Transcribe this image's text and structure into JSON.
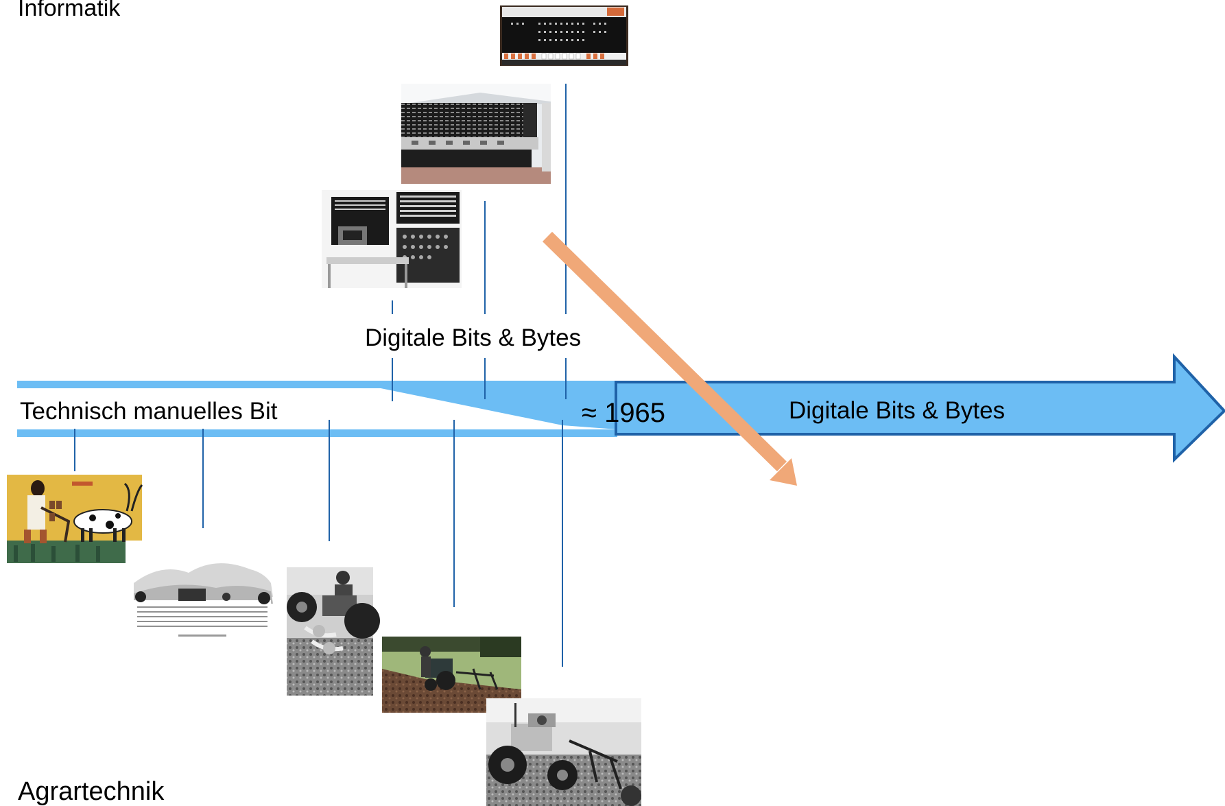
{
  "labels": {
    "top_category": "Informatik",
    "bottom_category": "Agrartechnik",
    "manual_band": "Technisch manuelles Bit",
    "digital_top": "Digitale Bits & Bytes",
    "digital_arrow": "Digitale Bits & Bytes",
    "year": "≈ 1965"
  },
  "colors": {
    "band": "#6cbdf4",
    "arrow_fill": "#6cbdf4",
    "arrow_stroke": "#1f62a8",
    "connector_line": "#1f62a8",
    "diagonal_arrow": "#f0a878"
  },
  "images": {
    "computers": [
      "pdp-computer-panel-photo",
      "mainframe-computer-room-photo",
      "relay-computer-photo"
    ],
    "agriculture": [
      "egyptian-plowing-painting",
      "steam-ploughing-engraving",
      "man-on-tractor-plough-photo",
      "tractor-in-field-photo",
      "tractor-with-plough-photo"
    ]
  }
}
